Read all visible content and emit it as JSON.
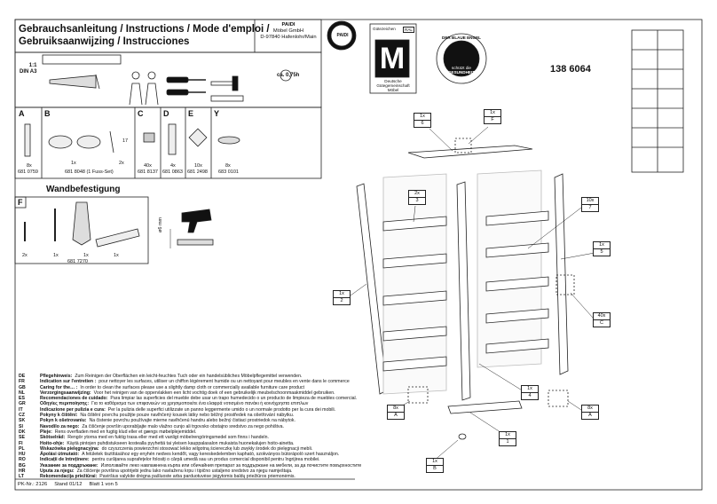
{
  "header": {
    "title_line1": "Gebrauchsanleitung / Instructions / Mode d'emploi /",
    "title_line2": "Gebruiksaanwijzing / Instrucciones",
    "company": [
      "PAIDI",
      "Möbel GmbH",
      "D-97840 Hafenlohr/Main"
    ],
    "logo_text": "PAIDI",
    "quality_label_top": "Gütezeichen",
    "quality_label_ral": "RAL",
    "quality_letter": "M",
    "quality_caption": [
      "Deutsche",
      "Gütegemeinschaft",
      "Möbel"
    ],
    "blue_angel_text": "DER BLAUE ENGEL",
    "blue_angel_sub": [
      "schützt die",
      "GESUNDHEIT"
    ],
    "article_number": "138 6064"
  },
  "tools": {
    "scale": "1:1",
    "paper": "DIN A3",
    "time": "ca. 0,75h"
  },
  "parts_table": {
    "A": {
      "letter": "A",
      "qty": "8x",
      "code": "681 0759"
    },
    "B": {
      "letter": "B",
      "qty1": "1x",
      "qty2": "2x",
      "code": "681 8048  (1 Fuss-Set)",
      "dim": "17"
    },
    "C": {
      "letter": "C",
      "qty": "40x",
      "code": "681 8137"
    },
    "D": {
      "letter": "D",
      "qty": "4x",
      "code": "681 0863"
    },
    "E": {
      "letter": "E",
      "qty": "10x",
      "code": "681 2498"
    },
    "Y": {
      "letter": "Y",
      "qty": "8x",
      "code": "683 0101"
    }
  },
  "wall": {
    "title": "Wandbefestigung",
    "letter": "F",
    "qty_screw": "2x",
    "qty_dowel1": "1x",
    "qty_dowel2": "1x",
    "qty_bracket": "1x",
    "code": "681 7270",
    "drill": "ø6 mm"
  },
  "callouts": [
    {
      "qty": "1x",
      "num": "6"
    },
    {
      "qty": "1x",
      "num": "F"
    },
    {
      "qty": "2x",
      "num": "3"
    },
    {
      "qty": "10x",
      "num": "7"
    },
    {
      "qty": "1x",
      "num": "5"
    },
    {
      "qty": "1x",
      "num": "2"
    },
    {
      "qty": "40x",
      "num": "C"
    },
    {
      "qty": "1x",
      "num": "4"
    },
    {
      "qty": "8x",
      "num": "A"
    },
    {
      "qty": "8x",
      "num": "A"
    },
    {
      "qty": "1x",
      "num": "1"
    },
    {
      "qty": "1x",
      "num": "B"
    }
  ],
  "care": [
    {
      "code": "DE",
      "name": "Pflegehinweis:",
      "text": "Zum Reinigen der Oberflächen ein leicht-feuchtes Tuch oder ein handelsübliches Möbelpflegemittel verwenden."
    },
    {
      "code": "FR",
      "name": "Indication sur l'entretien :",
      "text": "pour nettoyer les surfaces, utiliser un chiffon légèrement humide ou un nettoyant pour meubles en vente dans le commerce"
    },
    {
      "code": "GB",
      "name": "Caring for the… :",
      "text": "In order to clean the surfaces please use a slightly damp cloth or commercially available furniture care product"
    },
    {
      "code": "NL",
      "name": "Verzorgingsaanwijzing:",
      "text": "Voor het reinigen van de oppervlakken een licht vochtig doek of een gebruikelijk meubelschoonmaakmiddel gebruiken."
    },
    {
      "code": "ES",
      "name": "Recomendaciones de cuidado:",
      "text": "Para limpiar las superficies del mueble debe usar un trapo humedecido o un producto de limpieza de muebles comercial."
    },
    {
      "code": "GR",
      "name": "Οδηγίες περιποίησης:",
      "text": "Για το καθάρισμα των επιφανειών να χρησιμοποιείτε ένα ελαφρά νοτισμένο πανάκι ή κοινόχρηστα επιπλων"
    },
    {
      "code": "IT",
      "name": "Indicazione per pulizia e cura:",
      "text": "Per la pulizia delle superfici utilizzate un panno leggermente umido o un normale prodotto per la cura dei mobili."
    },
    {
      "code": "CZ",
      "name": "Pokyny k čištění:",
      "text": "Na čištění povrchu použijte pouze navlhčený kousek látky nebo běžný prostředek na ošetřování nábytku."
    },
    {
      "code": "SK",
      "name": "Pokyn k ošetrovaniu:",
      "text": "Na čistenie povrchu používajte mierne navlhčenú handru alebo bežný čistiaci prostriedok na nábytok."
    },
    {
      "code": "SI",
      "name": "Navodilo za nego:",
      "text": "Za čiščenje površin uporabljajte malo vlažno cunjo ali trgovsko obstajno sredstvo za nego pohištva."
    },
    {
      "code": "DK",
      "name": "Pleje:",
      "text": "Rens overfladen med en fugtig klud eller et gængs møbelplejemiddel."
    },
    {
      "code": "SE",
      "name": "Skötselråd:",
      "text": "Rengör ytorna med en fuktig trasa eller med ett vanligt möbelrengöringsmedel som finns i handeln."
    },
    {
      "code": "FI",
      "name": "Hoito-ohje:",
      "text": "Käytä pintojen puhdistukseen kostealla pyyhettä tai yleisen kauppalasalon mukaista huonekalujen hoito-ainetta."
    },
    {
      "code": "PL",
      "name": "Wskazówka pielęgnacyjna:",
      "text": "do czyszczenia powierzchni stosować lekko wilgotną ściereczkę lub zwykły środek do pielęgnacji mebli."
    },
    {
      "code": "HU",
      "name": "Ápolási útmutató:",
      "text": "A felületek tisztításához egy enyhén nedves kendőt, vagy kereskedelemben kapható, szokványos bútorápoló szert használjon."
    },
    {
      "code": "RO",
      "name": "Indicații de întreținere:",
      "text": "pentru curățarea suprafețelor folosiți o cârpă umedă sau un produs comercial disponibil pentru îngrijirea mobilei."
    },
    {
      "code": "BG",
      "name": "Указание за поддръжане:",
      "text": "Използвайте леко навлажнена кърпа или обичайния препарат за поддържане на мебели, за да почистите повърхностите"
    },
    {
      "code": "HR",
      "name": "Uputa za njegu:",
      "text": "Za čišćenje površina upotrijebi jednu lako navlaženu krpu i tipično ustaljeno sredstvo za njegu namještaja."
    },
    {
      "code": "LT",
      "name": "Rekomendacija priežiūrai:",
      "text": "Paviršius valykite drėgna pašluoste arba parduotuvėse įsigytomis baldų priežiūros priemonėmis."
    }
  ],
  "footer": {
    "pk": "PK-Nr.: 2126",
    "stand": "Stand 01/12",
    "sheet": "Blatt 1 von 5"
  }
}
